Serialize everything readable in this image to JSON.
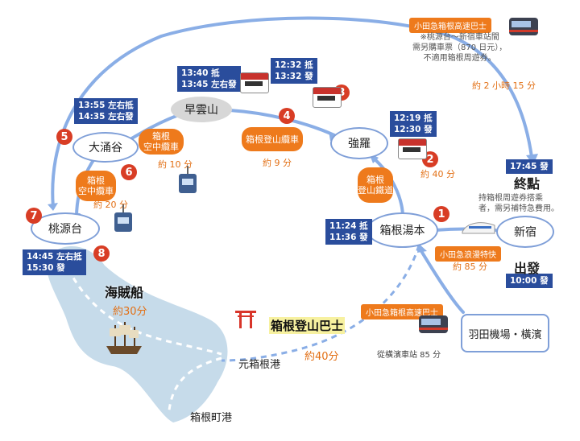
{
  "stations": {
    "shinjuku": "新宿",
    "hakone_yumoto": "箱根湯本",
    "gora": "強羅",
    "sounzan": "早雲山",
    "owakudani": "大涌谷",
    "togendai": "桃源台",
    "haneda": "羽田機場・橫濱",
    "motohakone": "元箱根港",
    "hakonemachi": "箱根町港"
  },
  "steps": [
    "1",
    "2",
    "3",
    "4",
    "5",
    "6",
    "7",
    "8"
  ],
  "times": {
    "shinjuku_depart": "10:00 發",
    "yumoto": [
      "11:24 抵",
      "11:36 發"
    ],
    "gora": [
      "12:19 抵",
      "12:30 發"
    ],
    "sounzan_cable": [
      "12:32 抵",
      "13:32 發"
    ],
    "sounzan_rope": [
      "13:40 抵",
      "13:45 左右發"
    ],
    "owakudani": [
      "13:55 左右抵",
      "14:35 左右發"
    ],
    "togendai": [
      "14:45 左右抵",
      "15:30 發"
    ],
    "terminal": "17:45 發"
  },
  "routes": {
    "limited_express": "小田急浪漫特快",
    "tozan_railway": [
      "箱根",
      "登山鐵道"
    ],
    "tozan_cable": "箱根登山纜車",
    "ropeway_1": [
      "箱根",
      "空中纜車"
    ],
    "ropeway_2": [
      "箱根",
      "空中纜車"
    ],
    "highway_bus_top": "小田急箱根高速巴士",
    "highway_bus_bottom": "小田急箱根高速巴士",
    "pirate_ship": "海賊船",
    "tozan_bus": "箱根登山巴士"
  },
  "durations": {
    "express": "約 85 分",
    "railway": "約 40 分",
    "cable": "約 9 分",
    "ropeway_1": "約 10 分",
    "ropeway_2": "約 20 分",
    "bus_top": "約 2 小時 15 分",
    "pirate_ship": "約30分",
    "tozan_bus": "約40分",
    "from_yokohama": "從橫濱車站 85 分"
  },
  "notes": {
    "bus_top": "※桃源台～新宿車站間\n需另購車票（870 日元），\n不適用箱根周遊券。",
    "express": "持箱根周遊券搭乘\n者，需另補特急費用。"
  },
  "labels": {
    "start": "出發",
    "end": "終點"
  },
  "colors": {
    "route_blue": "#8aaee6",
    "lake": "#c6dbea",
    "accent_orange": "#ee7a1c",
    "step_red": "#d83d25",
    "time_navy": "#2a4d9c"
  }
}
